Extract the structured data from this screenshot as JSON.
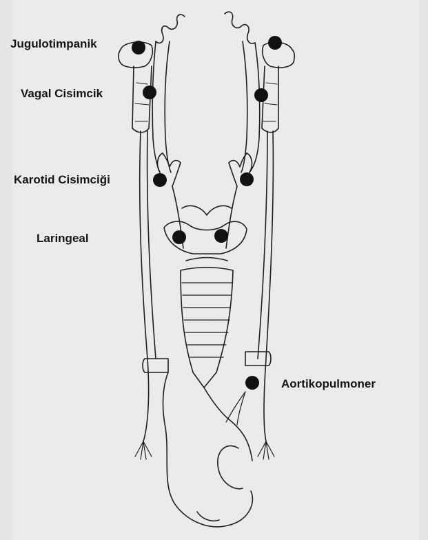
{
  "labels": {
    "jugulotympanic": "Jugulotimpanik",
    "vagal": "Vagal Cisimcik",
    "carotid": "Karotid Cisimciği",
    "laryngeal": "Laringeal",
    "aorticopulmonary": "Aortikopulmoner"
  },
  "colors": {
    "background": "#e9e9e9",
    "paper": "#f1f1f1",
    "ink": "#1a1a1a",
    "dot": "#111111"
  }
}
